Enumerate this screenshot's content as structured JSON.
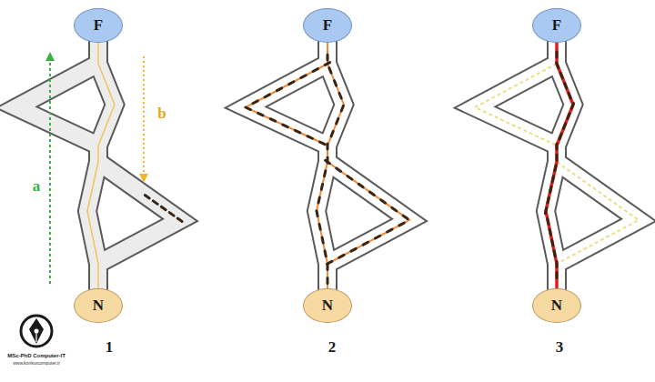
{
  "diagram": {
    "nodes": [
      {
        "text": [
          "F"
        ]
      },
      {
        "text": [
          "N"
        ]
      },
      {
        "text": [
          "F"
        ]
      },
      {
        "text": [
          "N"
        ]
      },
      {
        "text": [
          "F"
        ]
      },
      {
        "text": [
          "N"
        ]
      }
    ],
    "edges": [
      {
        "from": 0,
        "to": 1,
        "arrow": "none"
      },
      {
        "from": 2,
        "to": 3,
        "arrow": "none"
      },
      {
        "from": 4,
        "to": 5,
        "arrow": "none"
      }
    ],
    "labels": [
      "a",
      "b",
      "1",
      "2",
      "3",
      "MSc-PhD Computer-IT",
      "www.konkurcomputer.ir"
    ]
  }
}
